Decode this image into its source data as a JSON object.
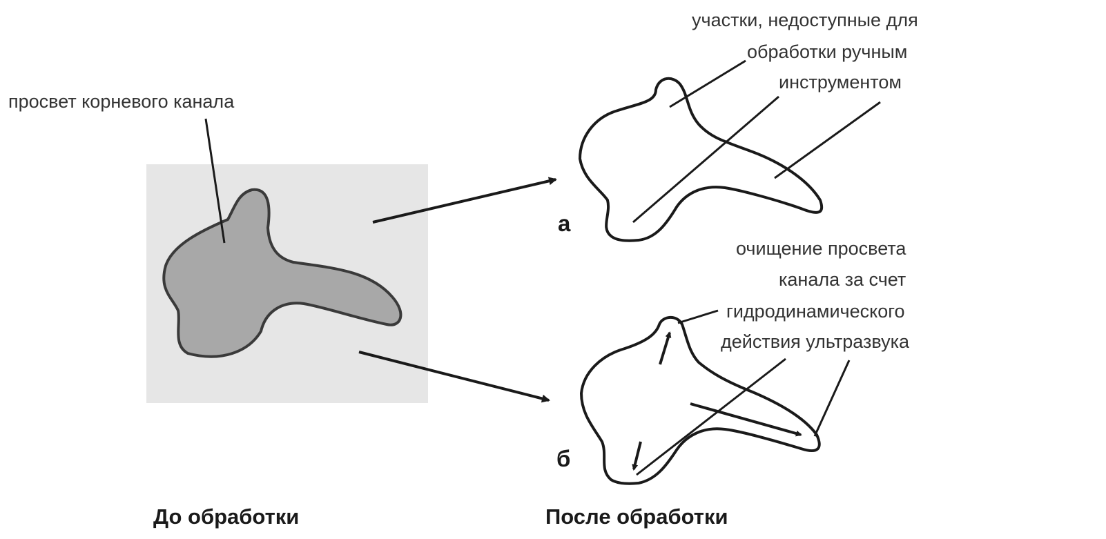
{
  "labels": {
    "canal_lumen": "просвет корневого канала",
    "inaccessible_line1": "участки, недоступные для",
    "inaccessible_line2": "обработки ручным",
    "inaccessible_line3": "инструментом",
    "cleaning_line1": "очищение просвета",
    "cleaning_line2": "канала за счет",
    "cleaning_line3": "гидродинамического",
    "cleaning_line4": "действия ультразвука",
    "letter_a": "а",
    "letter_b": "б",
    "caption_before": "До обработки",
    "caption_after": "После обработки"
  },
  "colors": {
    "outline": "#3a3a3a",
    "canal_fill": "#a8a8a8",
    "background_patch": "#e6e6e6",
    "line": "#1a1a1a"
  }
}
